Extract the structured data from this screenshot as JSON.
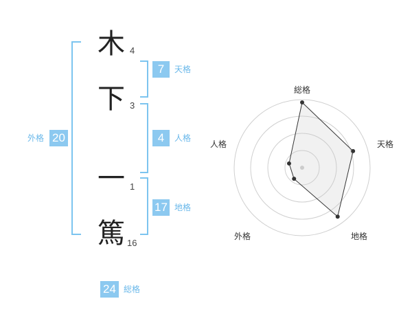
{
  "name_chars": [
    {
      "char": "木",
      "strokes": "4"
    },
    {
      "char": "下",
      "strokes": "3"
    },
    {
      "char": "一",
      "strokes": "1"
    },
    {
      "char": "篤",
      "strokes": "16"
    }
  ],
  "kaku": {
    "tenkaku": {
      "value": "7",
      "label": "天格"
    },
    "jinkaku": {
      "value": "4",
      "label": "人格"
    },
    "chikaku": {
      "value": "17",
      "label": "地格"
    },
    "gaikaku": {
      "value": "20",
      "label": "外格"
    },
    "soukaku": {
      "value": "24",
      "label": "総格"
    }
  },
  "colors": {
    "accent": "#8cc9f0",
    "bracket": "#7cc4ef",
    "tag_text": "#6ab8ea"
  },
  "chart_data": {
    "type": "radar",
    "axes": [
      "総格",
      "天格",
      "地格",
      "外格",
      "人格"
    ],
    "values": [
      0.95,
      0.78,
      0.88,
      0.2,
      0.2
    ],
    "range": [
      0,
      1
    ],
    "rings": 4
  }
}
